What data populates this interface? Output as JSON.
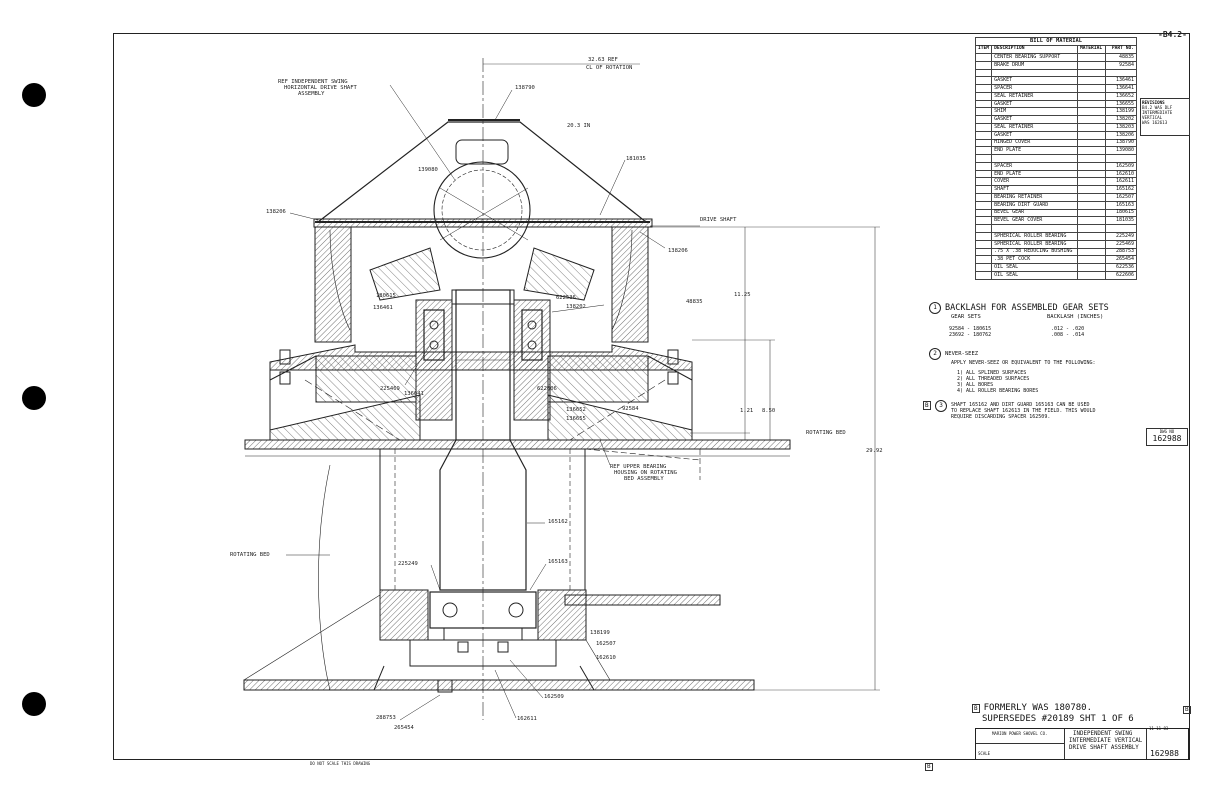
{
  "sheet": {
    "sheet_number": "-B4.2-",
    "footer_note": "DO NOT SCALE THIS DRAWING",
    "rev_tag": "B"
  },
  "bom": {
    "title": "BILL OF MATERIAL",
    "headers": [
      "ITEM",
      "DESCRIPTION",
      "MATERIAL",
      "PART NO."
    ],
    "rows": [
      {
        "desc": "CENTER BEARING SUPPORT",
        "pn": "48835"
      },
      {
        "desc": "BRAKE DRUM",
        "pn": "92584"
      },
      {
        "desc": "",
        "pn": ""
      },
      {
        "desc": "GASKET",
        "pn": "136461"
      },
      {
        "desc": "SPACER",
        "pn": "136641"
      },
      {
        "desc": "SEAL RETAINER",
        "pn": "136652"
      },
      {
        "desc": "GASKET",
        "pn": "136655"
      },
      {
        "desc": "SHIM",
        "pn": "138199"
      },
      {
        "desc": "GASKET",
        "pn": "138202"
      },
      {
        "desc": "SEAL RETAINER",
        "pn": "138203"
      },
      {
        "desc": "GASKET",
        "pn": "138206"
      },
      {
        "desc": "HINGED COVER",
        "pn": "138790"
      },
      {
        "desc": "END PLATE",
        "pn": "139080"
      },
      {
        "desc": "",
        "pn": ""
      },
      {
        "desc": "SPACER",
        "pn": "162509"
      },
      {
        "desc": "END PLATE",
        "pn": "162610"
      },
      {
        "desc": "COVER",
        "pn": "162611"
      },
      {
        "desc": "SHAFT",
        "pn": "165162"
      },
      {
        "desc": "BEARING RETAINER",
        "pn": "162507"
      },
      {
        "desc": "BEARING DIRT GUARD",
        "pn": "165163"
      },
      {
        "desc": "BEVEL GEAR",
        "pn": "180615"
      },
      {
        "desc": "BEVEL GEAR COVER",
        "pn": "181035"
      },
      {
        "desc": "",
        "pn": ""
      },
      {
        "desc": "SPHERICAL ROLLER BEARING",
        "pn": "225249"
      },
      {
        "desc": "SPHERICAL ROLLER BEARING",
        "pn": "225469"
      },
      {
        "desc": ".75 X .38 REDUCING BUSHING",
        "pn": "288753"
      },
      {
        "desc": ".38 PET COCK",
        "pn": "265454"
      },
      {
        "desc": "OIL SEAL",
        "pn": "622536"
      },
      {
        "desc": "OIL SEAL",
        "pn": "622606"
      }
    ]
  },
  "side_blocks": {
    "rev_block_title": "REVISIONS",
    "rev_lines": [
      "B4.2 WAS DLF",
      "INTERMEDIATE",
      "VERTICAL",
      "WAS 162613"
    ],
    "drawing_no_label": "DWG NO",
    "drawing_no": "162988"
  },
  "notes": {
    "n1_marker": "1",
    "n1_title": "BACKLASH FOR ASSEMBLED GEAR SETS",
    "n1_col1": "GEAR SETS",
    "n1_col2": "BACKLASH (INCHES)",
    "n1_row1_a": "92584 - 180615",
    "n1_row1_b": ".012 - .020",
    "n1_row2_a": "23692 - 180762",
    "n1_row2_b": ".008 - .014",
    "n2_marker": "2",
    "n2_title": "NEVER-SEEZ",
    "n2_text": "APPLY NEVER-SEEZ OR EQUIVALENT TO THE FOLLOWING:",
    "n2_items": [
      "1) ALL SPLINED SURFACES",
      "2) ALL THREADED SURFACES",
      "3) ALL BORES",
      "4) ALL ROLLER BEARING BORES"
    ],
    "n3_marker": "3",
    "n3_lines": [
      "SHAFT 165162 AND DIRT GUARD 165163 CAN BE USED",
      "TO REPLACE SHAFT 162613 IN THE FIELD. THIS WOULD",
      "REQUIRE DISCARDING SPACER 162509."
    ],
    "formerly_line1": "FORMERLY WAS 180780.",
    "formerly_line2": "SUPERSEDES #20189 SHT 1 OF 6"
  },
  "title_block": {
    "company": "MARION POWER SHOVEL CO.",
    "title_line1": "INDEPENDENT SWING",
    "title_line2": "INTERMEDIATE VERTICAL",
    "title_line3": "DRIVE SHAFT ASSEMBLY",
    "scale": "SCALE",
    "drawing_no": "162988",
    "date": "11-11-83"
  },
  "callouts": {
    "ref_swing": [
      "REF INDEPENDENT SWING",
      "HORIZONTAL DRIVE SHAFT",
      "ASSEMBLY"
    ],
    "centerline": "CL OF ROTATION",
    "centerline_dim": "32.63 REF",
    "hinged_cover": "138790",
    "cover_clearance": "20.3 IN",
    "end_plate": "139080",
    "gear_cover": "181035",
    "gasket_left": "138206",
    "drive_shaft": "DRIVE SHAFT",
    "gasket_right": "138206",
    "bevel_gear": "180615",
    "gasket_136461": "136461",
    "oil_seal_top": "622536",
    "gasket_138202": "138202",
    "support": "48835",
    "bearing_225469": "225469",
    "spacer_136641": "136641",
    "oil_seal_622606": "622606",
    "seal_136652": "136652",
    "gasket_136655": "136655",
    "brake_drum": "92584",
    "ref_upper": [
      "REF UPPER BEARING",
      "HOUSING ON ROTATING",
      "BED ASSEMBLY"
    ],
    "rotating_bed_right": "ROTATING BED",
    "rotating_bed_left": "ROTATING BED",
    "shaft": "165162",
    "bearing_225249": "225249",
    "dirt_guard": "165163",
    "shim": "138199",
    "retainer": "162507",
    "end_plate_lower": "162610",
    "spacer_lower": "162509",
    "cover_lower": "162611",
    "bushing": "288753",
    "pet_cock": "265454",
    "dim_1125": "11.25",
    "dim_121": "1.21",
    "dim_850": "8.50",
    "dim_2992": "29.92"
  }
}
